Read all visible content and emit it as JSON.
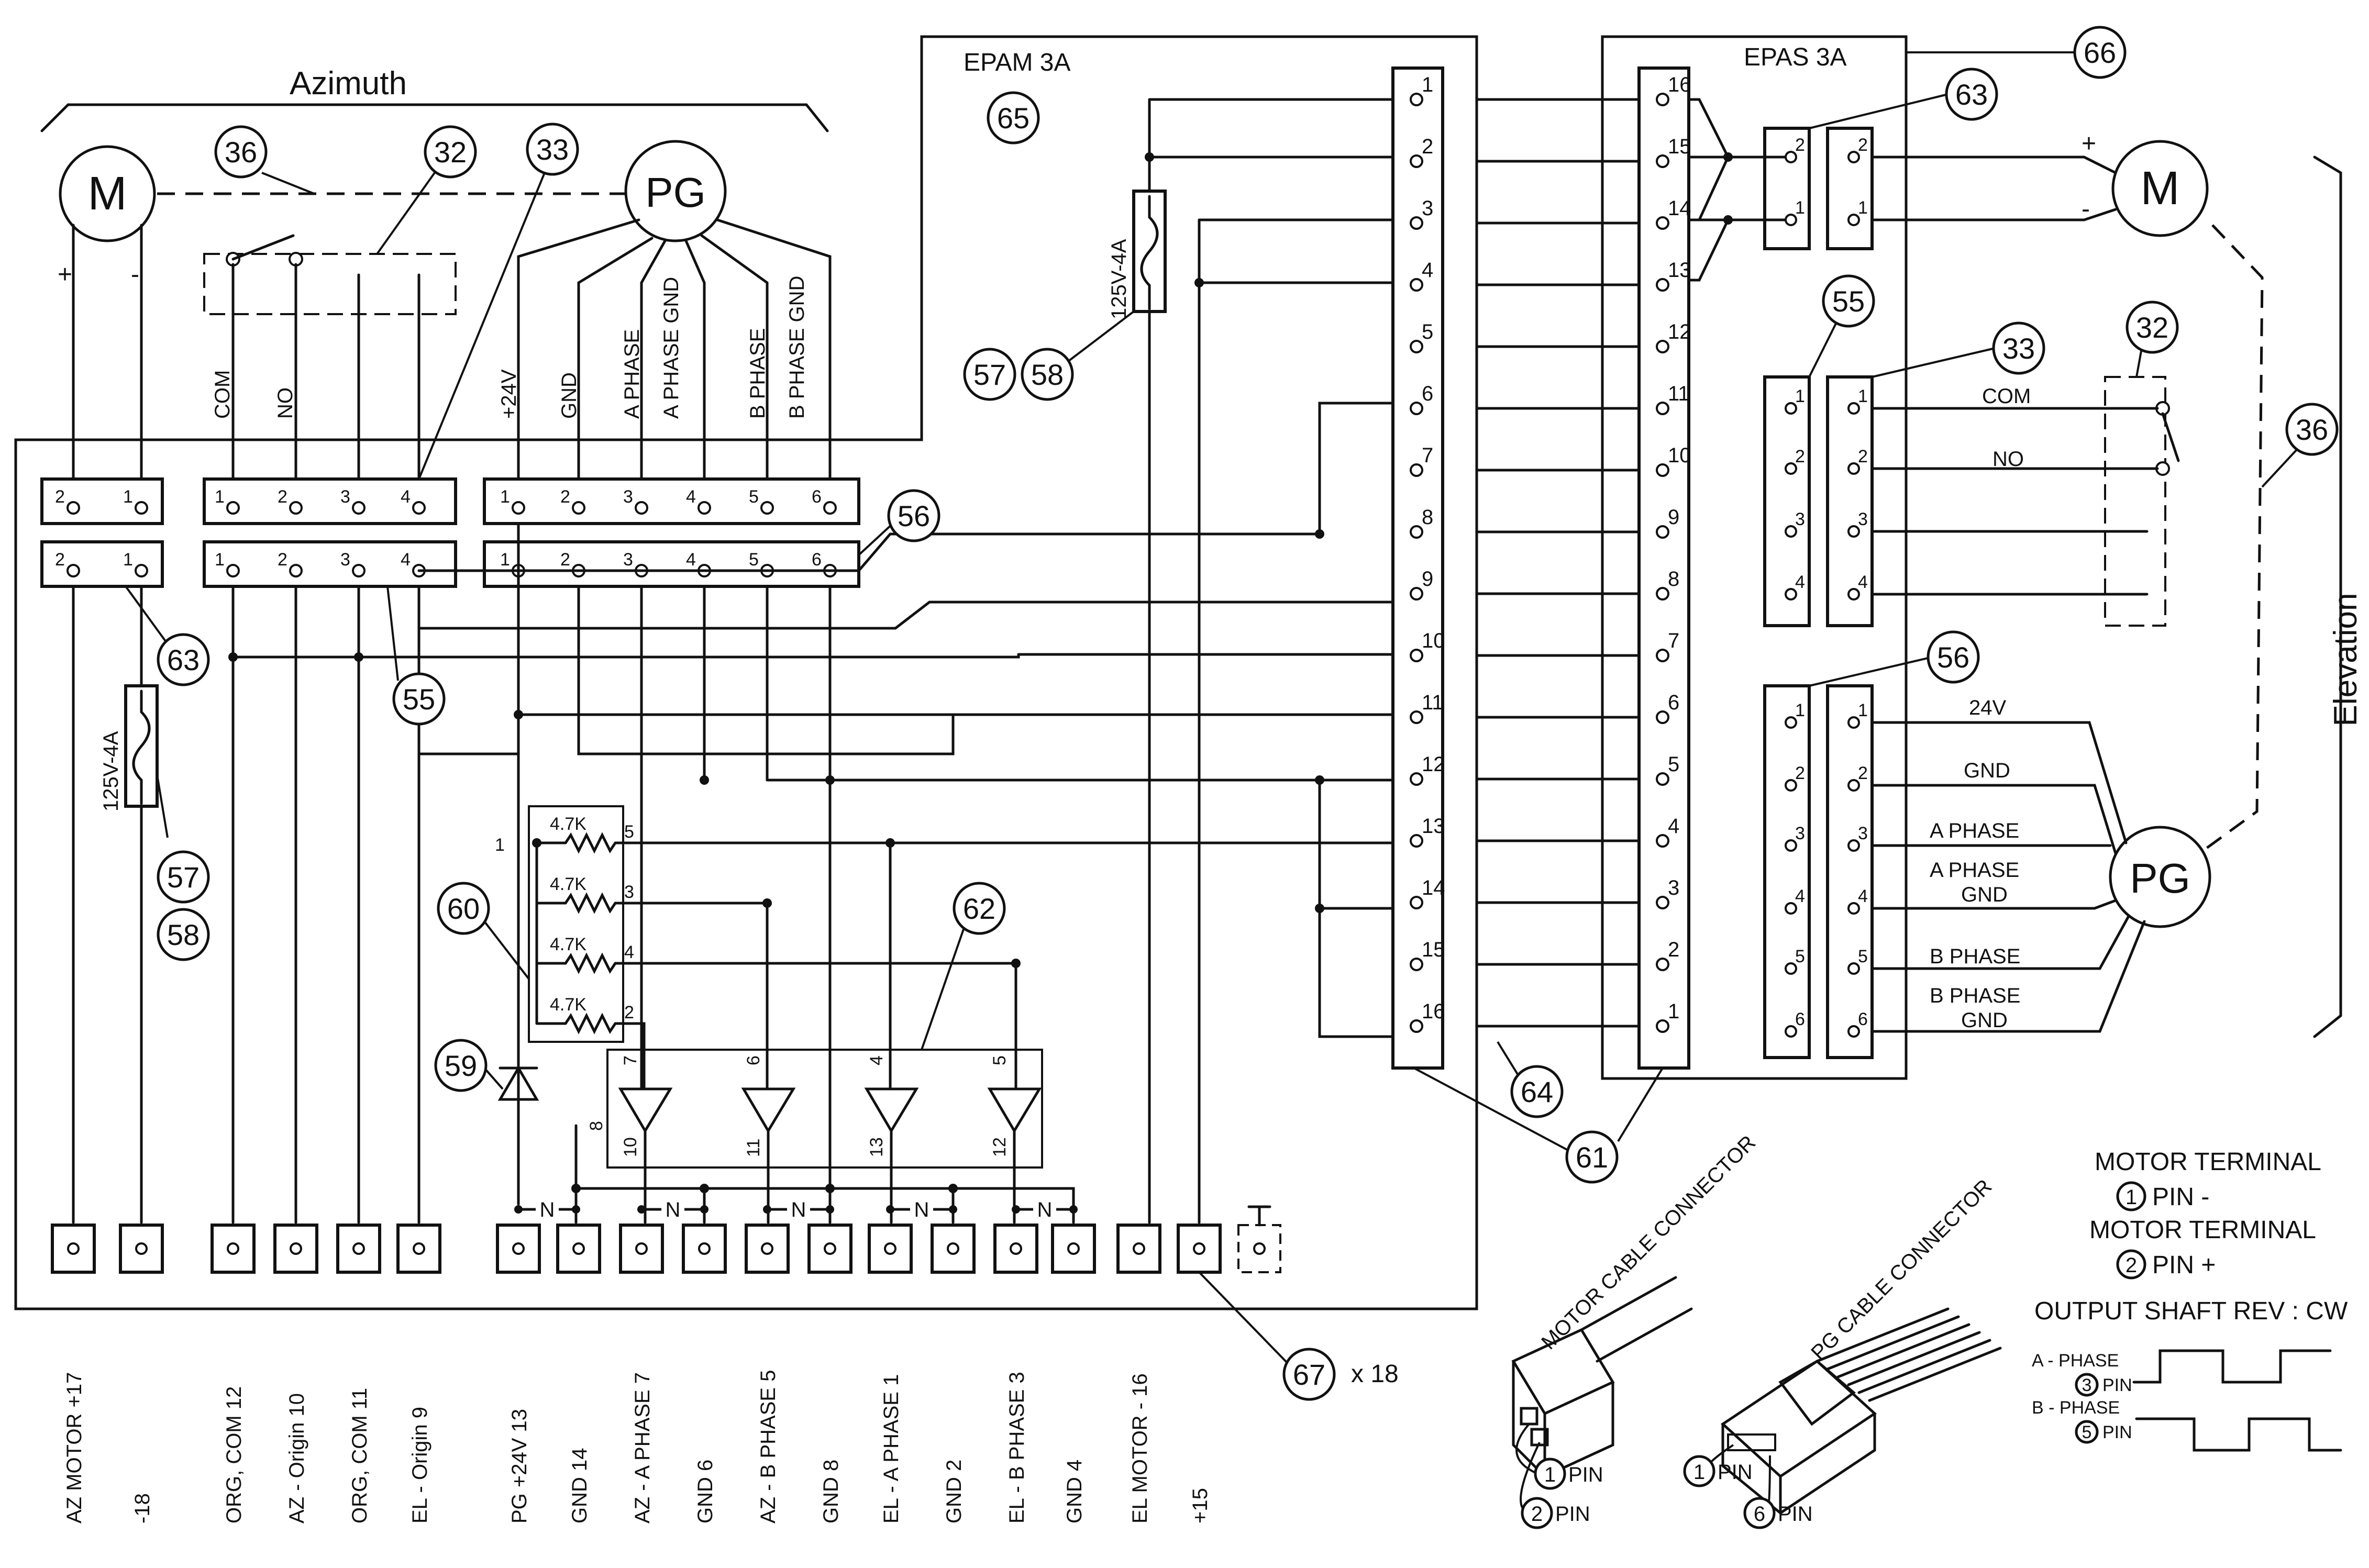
{
  "labels": {
    "azimuth": "Azimuth",
    "elevation": "Elevation",
    "epam": "EPAM 3A",
    "epas": "EPAS 3A",
    "motor": "M",
    "pg": "PG",
    "fuse": "125V-4A",
    "resistor": "4.7K",
    "x18": "x 18",
    "plus": "+",
    "minus": "-",
    "diode_mark": "N"
  },
  "callouts": {
    "c36": "36",
    "c32": "32",
    "c33": "33",
    "c65": "65",
    "c66": "66",
    "c63": "63",
    "c55": "55",
    "c56": "56",
    "c57": "57",
    "c58": "58",
    "c60": "60",
    "c62": "62",
    "c59": "59",
    "c64": "64",
    "c61": "61",
    "c67": "67"
  },
  "az_pg_wires": [
    "+24V",
    "GND",
    "A PHASE",
    "A PHASE GND",
    "B PHASE",
    "B PHASE GND"
  ],
  "az_switch_wires": [
    "COM",
    "NO"
  ],
  "el_switch_wires": [
    "COM",
    "NO"
  ],
  "el_pg_wires": [
    "24V",
    "GND",
    "A PHASE",
    "A PHASE GND",
    "B PHASE",
    "B PHASE GND"
  ],
  "cn_pins_16": [
    "1",
    "2",
    "3",
    "4",
    "5",
    "6",
    "7",
    "8",
    "9",
    "10",
    "11",
    "12",
    "13",
    "14",
    "15",
    "16"
  ],
  "epas_pins_16": [
    "16",
    "15",
    "14",
    "13",
    "12",
    "11",
    "10",
    "9",
    "8",
    "7",
    "6",
    "5",
    "4",
    "3",
    "2",
    "1"
  ],
  "bottom_terminals": [
    {
      "signal": "AZ MOTOR",
      "pin": "+17"
    },
    {
      "signal": "",
      "pin": "-18"
    },
    {
      "signal": "ORG,",
      "pin": "COM 12"
    },
    {
      "signal": "AZ - Origin",
      "pin": "10"
    },
    {
      "signal": "ORG,",
      "pin": "COM 11"
    },
    {
      "signal": "EL - Origin",
      "pin": "9"
    },
    {
      "signal": "PG",
      "pin": "+24V 13"
    },
    {
      "signal": "",
      "pin": "GND 14"
    },
    {
      "signal": "AZ - A PHASE",
      "pin": "7"
    },
    {
      "signal": "GND",
      "pin": "6"
    },
    {
      "signal": "AZ - B PHASE",
      "pin": "5"
    },
    {
      "signal": "GND",
      "pin": "8"
    },
    {
      "signal": "EL - A PHASE",
      "pin": "1"
    },
    {
      "signal": "GND",
      "pin": "2"
    },
    {
      "signal": "EL - B PHASE",
      "pin": "3"
    },
    {
      "signal": "GND",
      "pin": "4"
    },
    {
      "signal": "EL MOTOR",
      "pin": "- 16"
    },
    {
      "signal": "",
      "pin": "+15"
    }
  ],
  "legend": {
    "motor_terminal": "MOTOR TERMINAL",
    "pin1": "PIN  -",
    "pin2": "PIN  +",
    "n1": "1",
    "n2": "2",
    "output_shaft": "OUTPUT SHAFT REV : CW",
    "a_phase": "A - PHASE",
    "b_phase": "B - PHASE",
    "a_pin": "PIN",
    "b_pin": "PIN",
    "n3": "3",
    "n5": "5"
  },
  "connectors": {
    "motor_cable": "MOTOR CABLE CONNECTOR",
    "pg_cable": "PG CABLE CONNECTOR",
    "pin": "PIN",
    "n1": "1",
    "n2": "2",
    "n6": "6"
  },
  "res_pins": [
    "1",
    "5",
    "3",
    "4",
    "2"
  ],
  "buffer_pins": [
    "7",
    "10",
    "6",
    "11",
    "4",
    "13",
    "5",
    "12",
    "8"
  ]
}
